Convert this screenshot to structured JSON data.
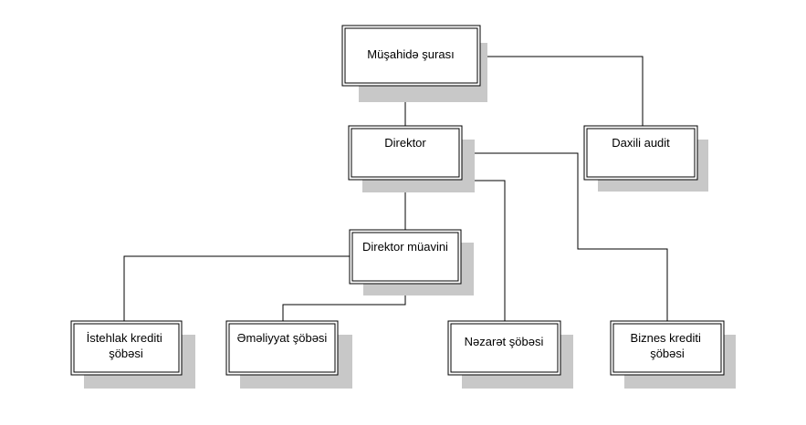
{
  "colors": {
    "line": "#000000",
    "box_fill": "#ffffff",
    "shadow": "#c8c8c8"
  },
  "nodes": {
    "board": {
      "lines": [
        "Müşahidə şurası"
      ]
    },
    "director": {
      "lines": [
        "Direktor"
      ]
    },
    "audit": {
      "lines": [
        "Daxili audit"
      ]
    },
    "deputy": {
      "lines": [
        "Direktor müavini"
      ]
    },
    "consumer": {
      "lines": [
        "İstehlak krediti",
        "şöbəsi"
      ]
    },
    "operations": {
      "lines": [
        "Əməliyyat şöbəsi"
      ]
    },
    "control": {
      "lines": [
        "Nəzarət şöbəsi"
      ]
    },
    "business": {
      "lines": [
        "Biznes krediti",
        "şöbəsi"
      ]
    }
  }
}
